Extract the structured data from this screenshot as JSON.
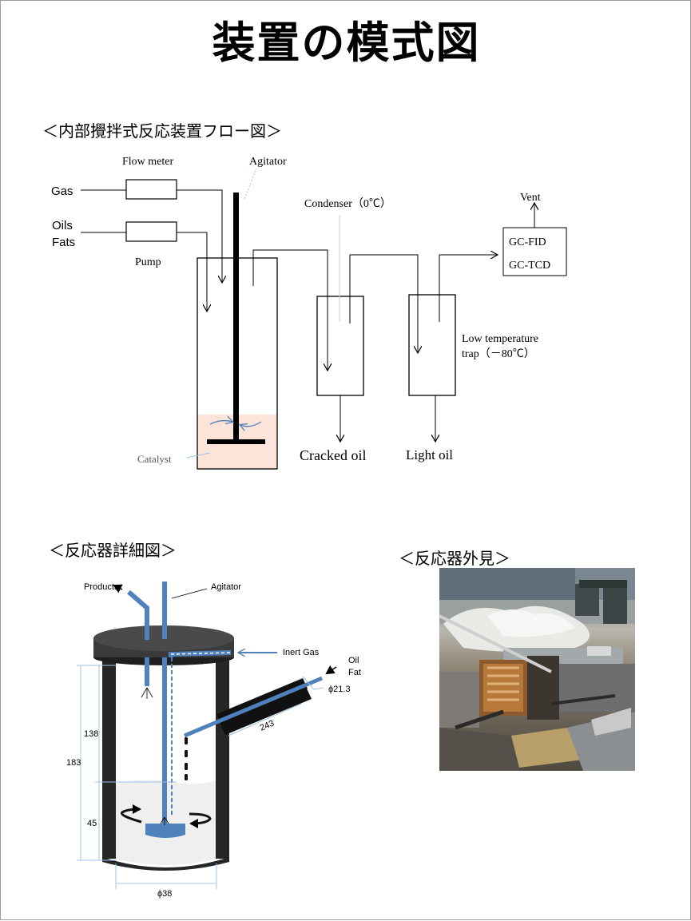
{
  "title": "装置の模式図",
  "sections": {
    "flow": "＜内部攪拌式反応装置フロー図＞",
    "detail": "＜反応器詳細図＞",
    "appearance": "＜反応器外見＞"
  },
  "flow_diagram": {
    "gas": "Gas",
    "oils": "Oils",
    "fats": "Fats",
    "flow_meter": "Flow meter",
    "pump": "Pump",
    "agitator": "Agitator",
    "condenser": "Condenser（0℃）",
    "vent": "Vent",
    "gc_fid": "GC-FID",
    "gc_tcd": "GC-TCD",
    "low_temp_1": "Low temperature",
    "low_temp_2": "trap（－80℃）",
    "catalyst": "Catalyst",
    "cracked_oil": "Cracked oil",
    "light_oil": "Light oil"
  },
  "detail_diagram": {
    "products": "Products",
    "agitator": "Agitator",
    "inert_gas": "Inert Gas",
    "oil": "Oil",
    "fat": "Fat",
    "d_138": "138",
    "d_183": "183",
    "d_45": "45",
    "d_243": "243",
    "d_phi213": "ϕ21.3",
    "d_phi38": "ϕ38"
  },
  "colors": {
    "accent_blue": "#4f81bd",
    "catalyst_fill": "#fde4d9",
    "dim_blue": "#9dc3e6"
  }
}
